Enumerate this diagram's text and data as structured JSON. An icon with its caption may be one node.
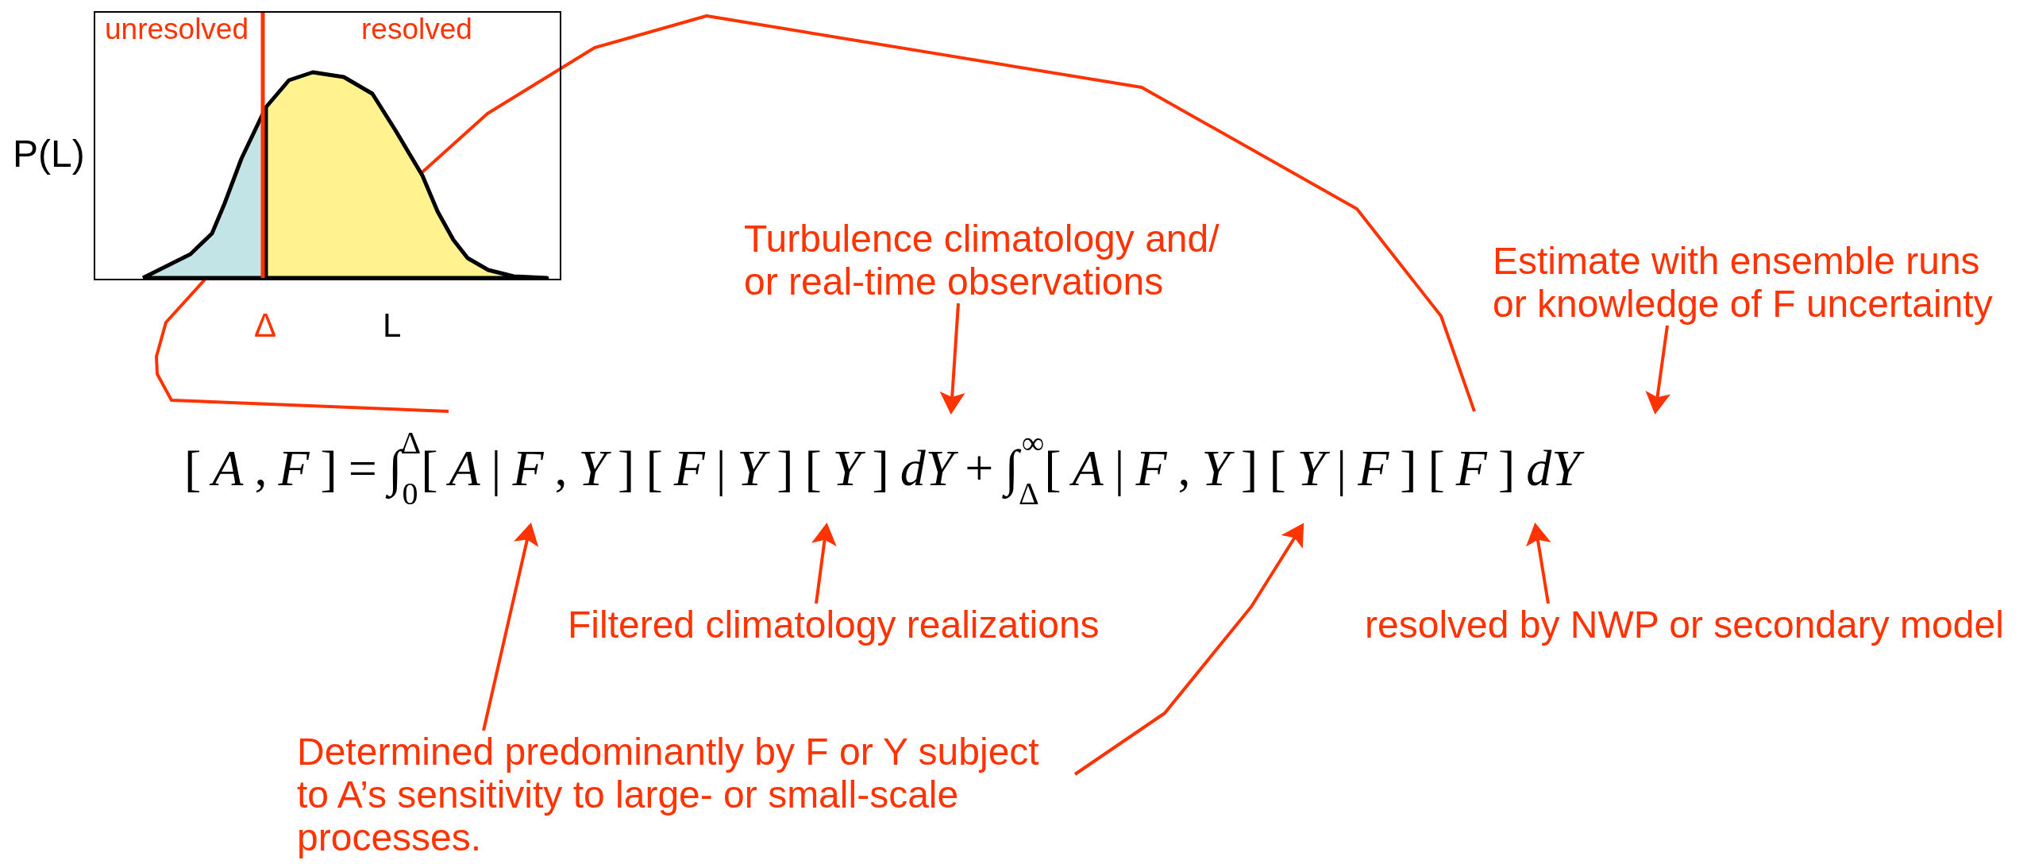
{
  "diagram": {
    "nodes": [
      {
        "text": [
          "unresolved",
          "resolved"
        ],
        "beside": [
          "P(L)",
          "Δ",
          "L"
        ]
      },
      {
        "text": [],
        "shape": "area",
        "in": 0
      },
      {
        "text": [],
        "shape": "area",
        "in": 0
      },
      {
        "text": [
          "Turbulence climatology and/ or real-time observations"
        ]
      },
      {
        "text": [
          "Estimate with ensemble runs or knowledge of F uncertainty"
        ]
      },
      {
        "text": [
          "[ *A* , *F* ] = ∫$_{0}$$^{Δ}$[ *A* | *F* , *Y* ] [ *F* | *Y* ] [ *Y* ] *dY* + ∫$_{Δ}$$^{∞}$[ *A* | *F* , *Y* ] [ *Y* | *F* ] [ *F* ] *dY*"
        ]
      },
      {
        "text": [
          "Filtered climatology realizations"
        ]
      },
      {
        "text": [
          "resolved by NWP or secondary model"
        ]
      },
      {
        "text": [
          "Determined predominantly by F or Y subject to A’s sensitivity to large- or small-scale processes."
        ]
      }
    ],
    "edges": [
      {
        "from": 1,
        "to": 5,
        "arrow": "none"
      },
      {
        "from": 2,
        "to": 5,
        "arrow": "none"
      },
      {
        "from": 3,
        "to": 5,
        "arrow": "to"
      },
      {
        "from": 4,
        "to": 5,
        "arrow": "to"
      },
      {
        "from": 6,
        "to": 5,
        "arrow": "to"
      },
      {
        "from": 7,
        "to": 5,
        "arrow": "to"
      },
      {
        "from": 8,
        "to": 5,
        "arrow": "to"
      },
      {
        "from": 8,
        "to": 5,
        "arrow": "to"
      }
    ]
  }
}
